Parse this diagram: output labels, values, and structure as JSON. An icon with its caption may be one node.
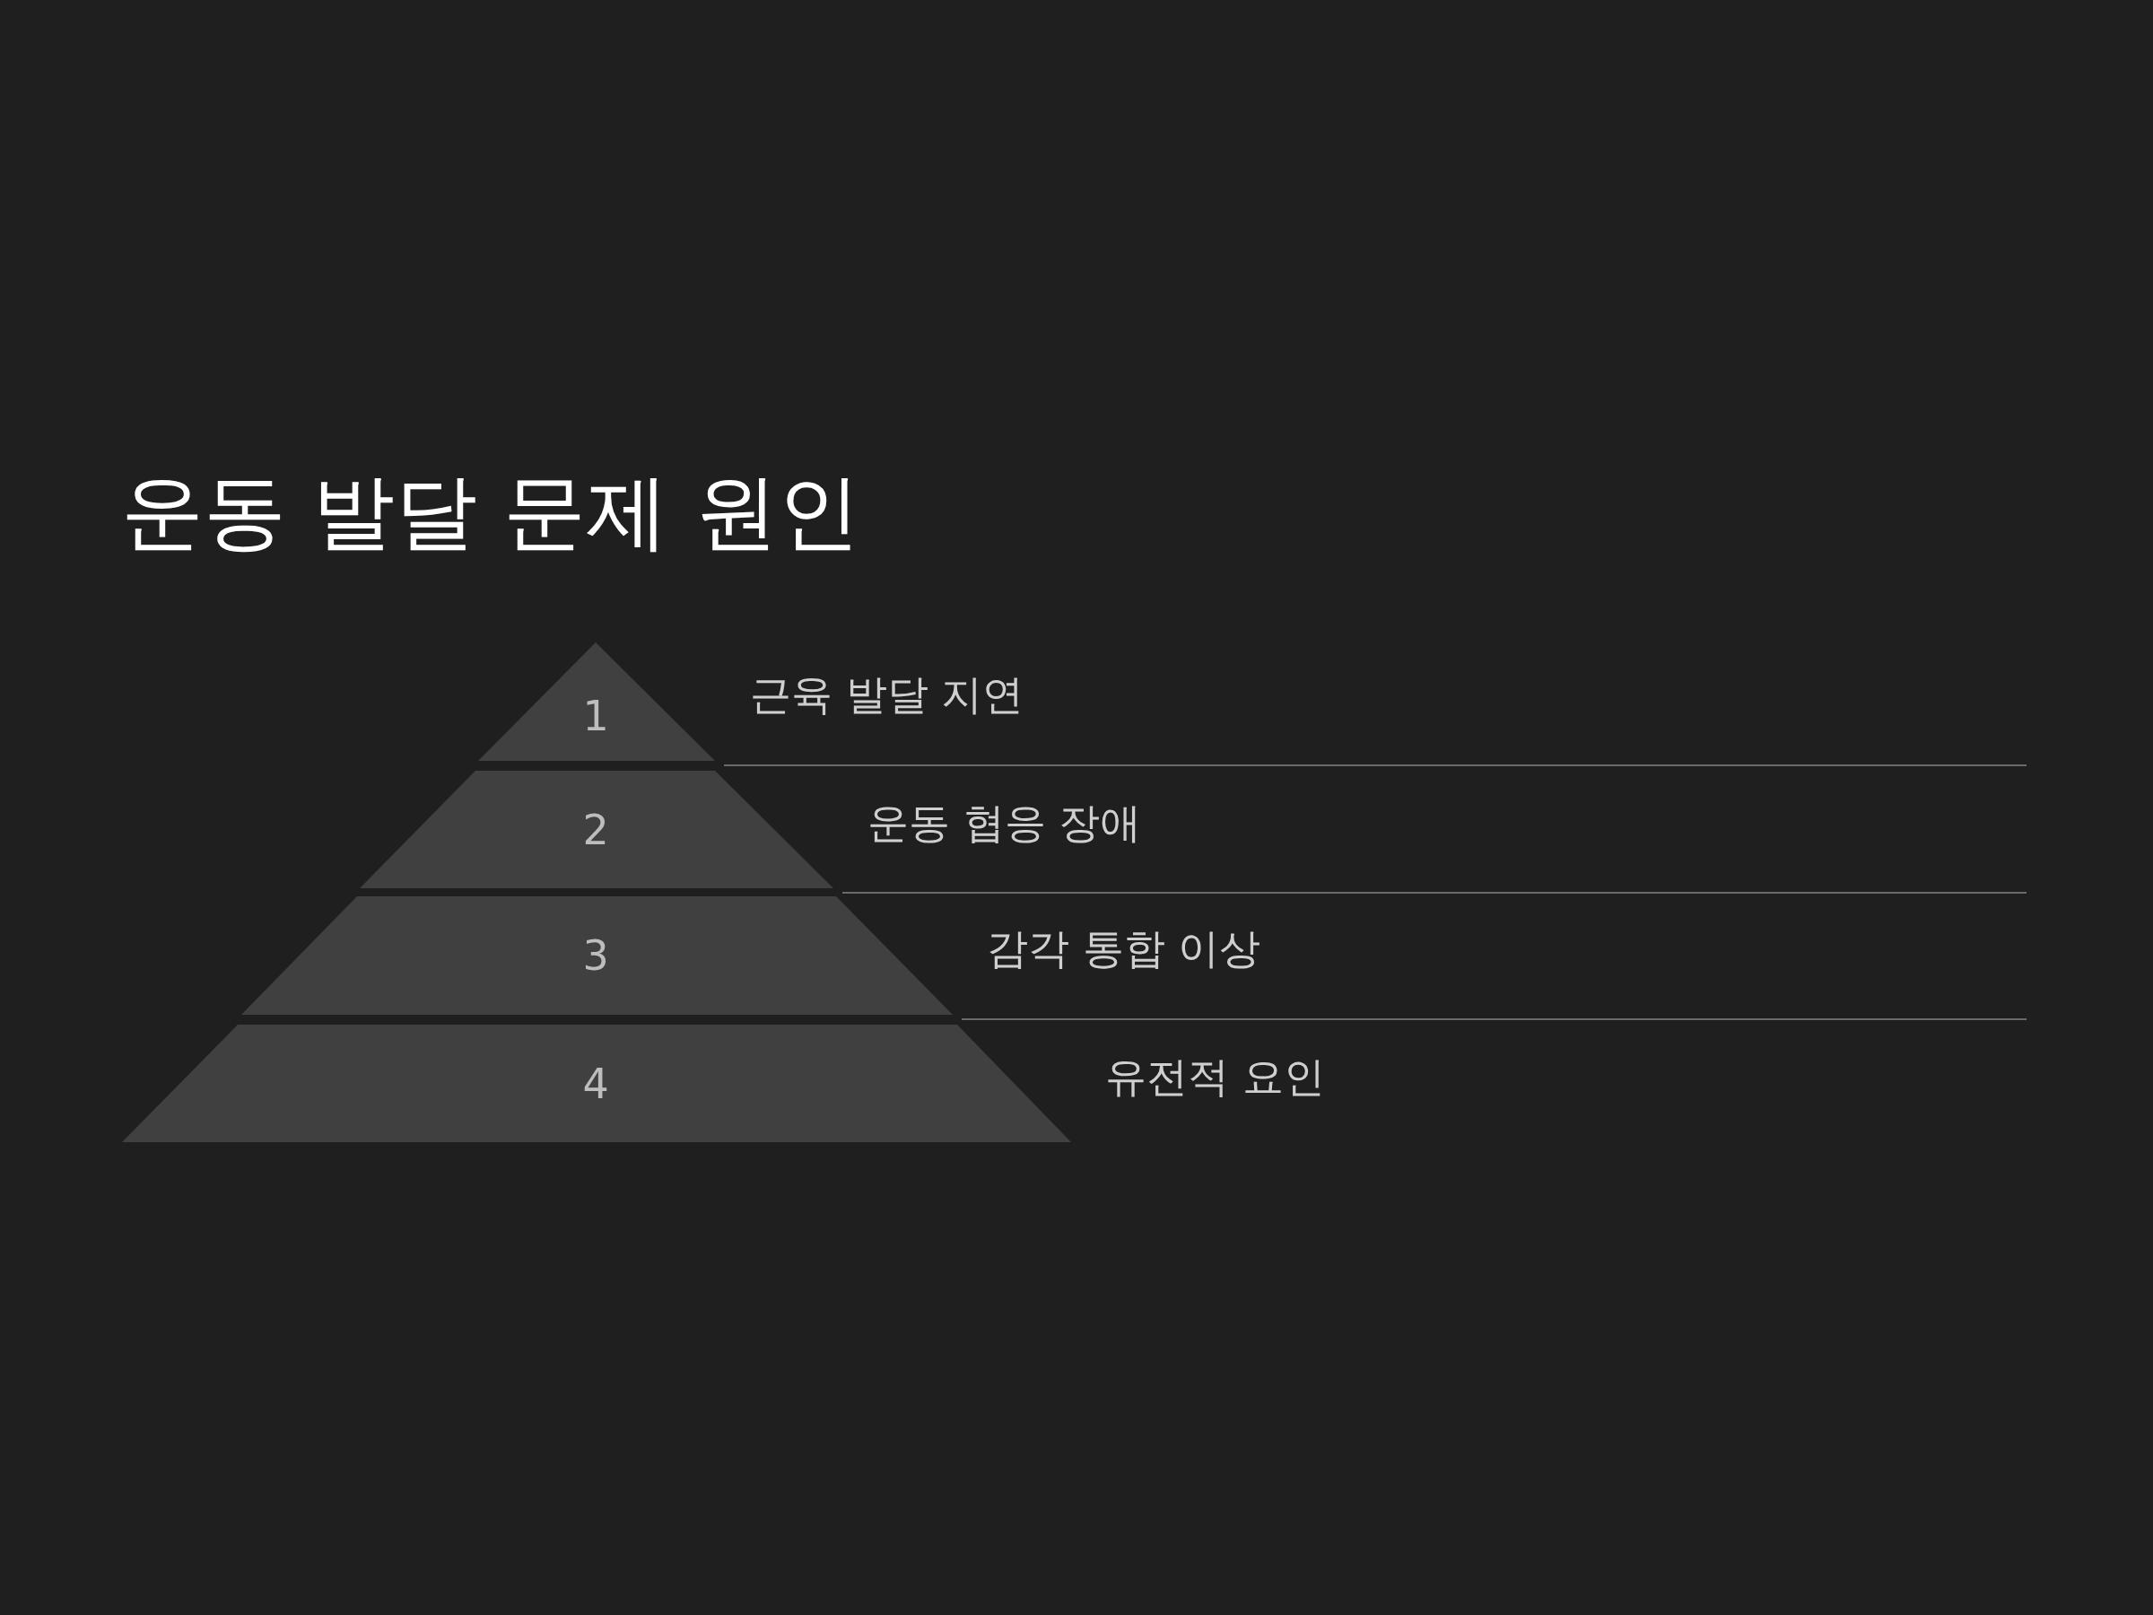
{
  "diagram": {
    "title": "운동 발달 문제 원인",
    "nodes": [
      {
        "text": [
          "1"
        ],
        "beside": [
          "근육 발달 지연"
        ]
      },
      {
        "text": [
          "2"
        ],
        "beside": [
          "운동 협응 장애"
        ]
      },
      {
        "text": [
          "3"
        ],
        "beside": [
          "감각 통합 이상"
        ]
      },
      {
        "text": [
          "4"
        ],
        "beside": [
          "유전적 요인"
        ]
      }
    ]
  }
}
